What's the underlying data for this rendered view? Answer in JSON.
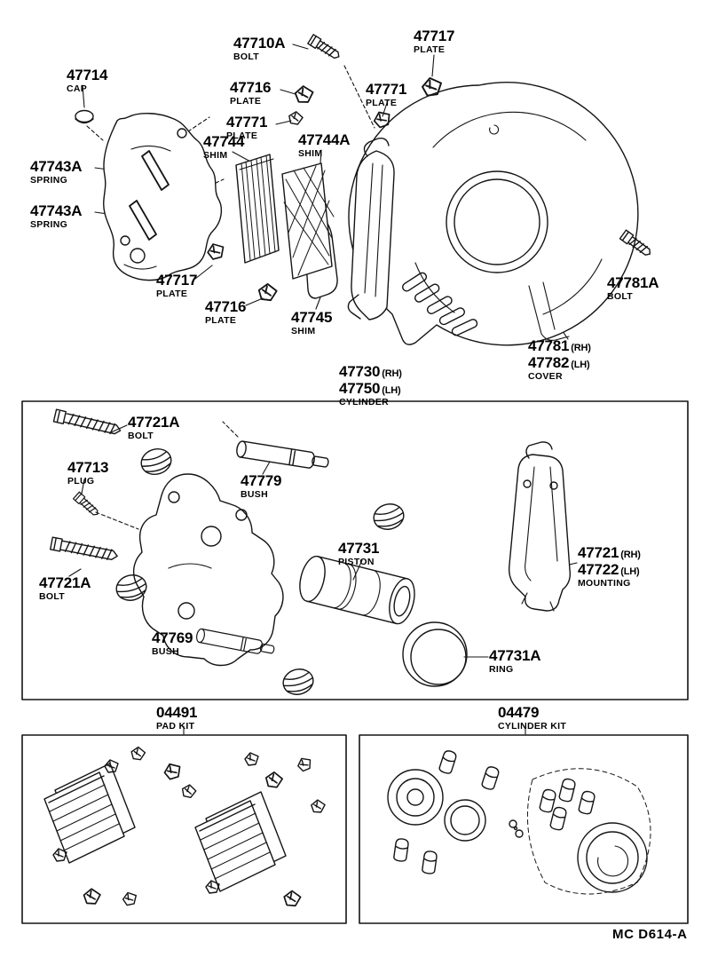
{
  "colors": {
    "ink": "#141414",
    "background": "#ffffff"
  },
  "footer_code": "MC D614-A",
  "labels": [
    {
      "num": "47710A",
      "desc": "BOLT"
    },
    {
      "num": "47717",
      "desc": "PLATE"
    },
    {
      "num": "47714",
      "desc": "CAP"
    },
    {
      "num": "47716",
      "desc": "PLATE"
    },
    {
      "num": "47771",
      "desc": "PLATE"
    },
    {
      "num": "47771",
      "desc": "PLATE"
    },
    {
      "num": "47744",
      "desc": "SHIM"
    },
    {
      "num": "47744A",
      "desc": "SHIM"
    },
    {
      "num": "47743A",
      "desc": "SPRING"
    },
    {
      "num": "47743A",
      "desc": "SPRING"
    },
    {
      "num": "47717",
      "desc": "PLATE"
    },
    {
      "num": "47716",
      "desc": "PLATE"
    },
    {
      "num": "47745",
      "desc": "SHIM"
    },
    {
      "num": "47781A",
      "desc": "BOLT"
    },
    {
      "num": "47781",
      "suffix": "(RH)",
      "num2": "47782",
      "suffix2": "(LH)",
      "desc": "COVER"
    },
    {
      "num": "47730",
      "suffix": "(RH)",
      "num2": "47750",
      "suffix2": "(LH)",
      "desc": "CYLINDER"
    },
    {
      "num": "47721A",
      "desc": "BOLT"
    },
    {
      "num": "47713",
      "desc": "PLUG"
    },
    {
      "num": "47779",
      "desc": "BUSH"
    },
    {
      "num": "47721A",
      "desc": "BOLT"
    },
    {
      "num": "47769",
      "desc": "BUSH"
    },
    {
      "num": "47731",
      "desc": "PISTON"
    },
    {
      "num": "47731A",
      "desc": "RING"
    },
    {
      "num": "47721",
      "suffix": "(RH)",
      "num2": "47722",
      "suffix2": "(LH)",
      "desc": "MOUNTING"
    },
    {
      "num": "04491",
      "desc": "PAD KIT"
    },
    {
      "num": "04479",
      "desc": "CYLINDER KIT"
    }
  ]
}
